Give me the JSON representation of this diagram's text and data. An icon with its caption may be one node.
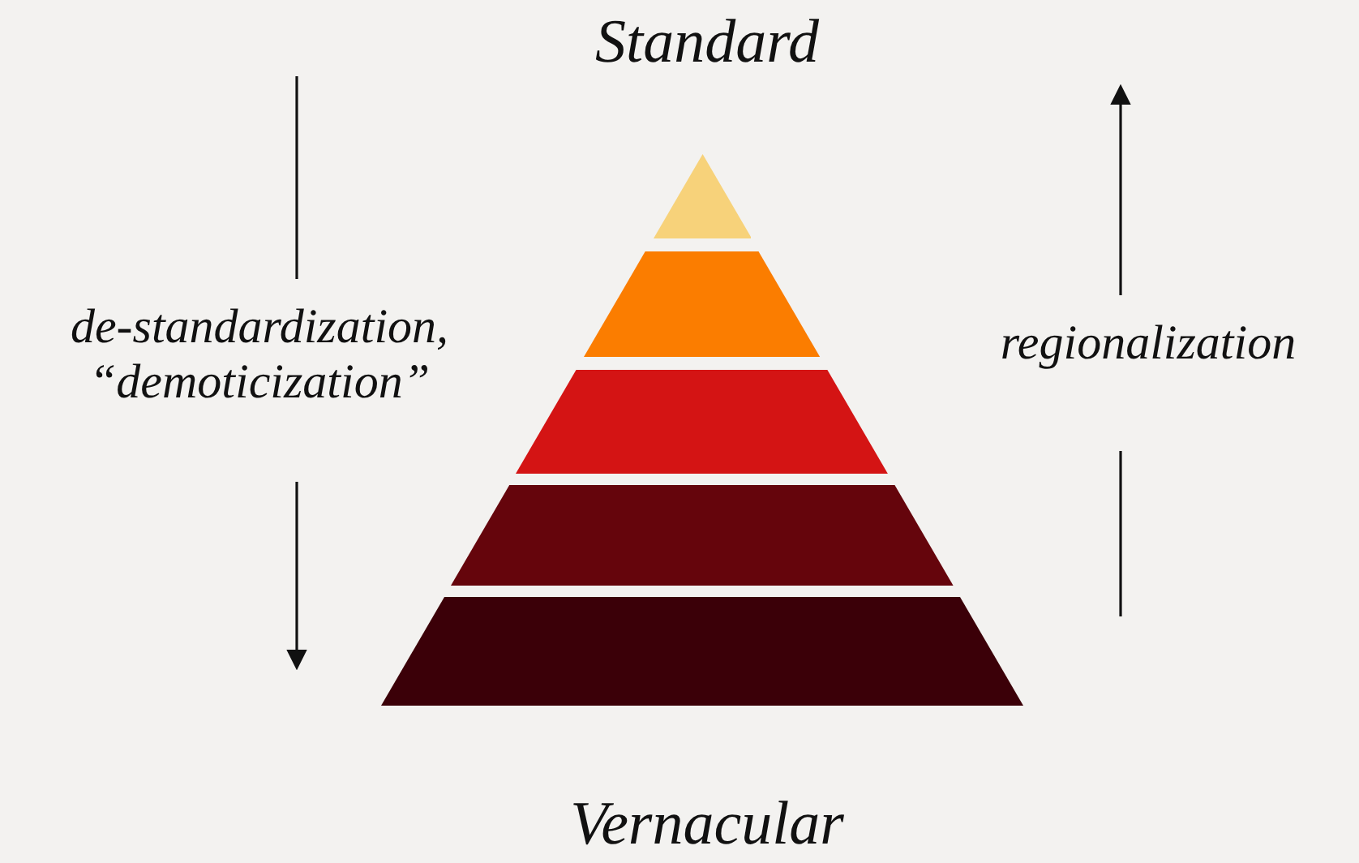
{
  "diagram": {
    "title": "Standard",
    "caption": "Vernacular",
    "nodes": [
      {
        "text": [],
        "shape": "trapezoid"
      },
      {
        "text": [],
        "shape": "trapezoid"
      },
      {
        "text": [],
        "shape": "trapezoid"
      },
      {
        "text": [],
        "shape": "trapezoid"
      },
      {
        "text": [],
        "shape": "trapezoid"
      }
    ],
    "labels": [
      "de-standardization, “demoticization”",
      "regionalization"
    ]
  }
}
